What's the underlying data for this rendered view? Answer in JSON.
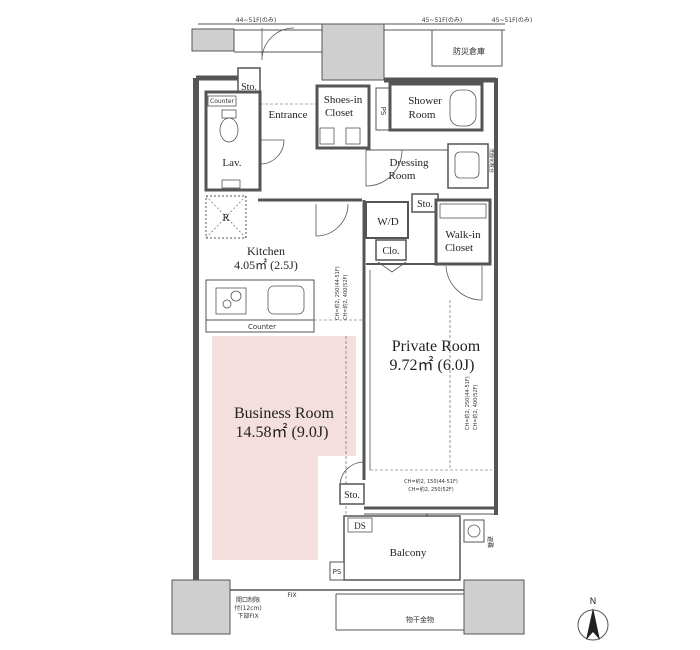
{
  "rooms": {
    "storage_top": "Sto.",
    "shoes_closet": [
      "Shoes-in",
      "Closet"
    ],
    "entrance": "Entrance",
    "ps_top": "PS",
    "shower_room": [
      "Shower",
      "Room"
    ],
    "counter_lav": "Counter",
    "lav": "Lav.",
    "dressing_room": [
      "Dressing",
      "Room"
    ],
    "storage_dressing": "Sto.",
    "refrigerator": "R",
    "wd": "W/D",
    "walkin_closet": [
      "Walk-in",
      "Closet"
    ],
    "closet": "Clo.",
    "kitchen_name": "Kitchen",
    "kitchen_area": "4.05㎡ (2.5J)",
    "counter_kitchen": "Counter",
    "private_room_name": "Private Room",
    "private_room_area": "9.72㎡ (6.0J)",
    "business_room_name": "Business Room",
    "business_room_area": "14.58㎡ (9.0J)",
    "storage_bottom": "Sto.",
    "ds": "DS",
    "balcony": "Balcony",
    "ps_bottom": "PS",
    "fix": "FIX"
  },
  "notes": {
    "top_left_dim": "44~51F(のみ)",
    "top_right_dim": "45~51F(のみ)",
    "top_right_dim2": "45~51F(のみ)",
    "disaster_storage": "防災倉庫",
    "ch_kitchen": [
      "CH=約2, 250(44-51F)",
      "CH=約2, 400(52F)"
    ],
    "ch_private": [
      "CH=約2, 250(44-51F)",
      "CH=約2, 400(52F)"
    ],
    "ch_bottom": [
      "CH=約2, 150(44-51F)",
      "CH=約2, 250(52F)"
    ],
    "fix_note": [
      "開口制限",
      "付(12cm)",
      "下部FIX"
    ],
    "laundry": "物干金物",
    "right_small": "避難"
  },
  "compass": {
    "label": "N"
  },
  "colors": {
    "wall": "#555555",
    "line": "#333333",
    "business_fill": "#f5dede",
    "column_fill": "#cfcfcf"
  }
}
